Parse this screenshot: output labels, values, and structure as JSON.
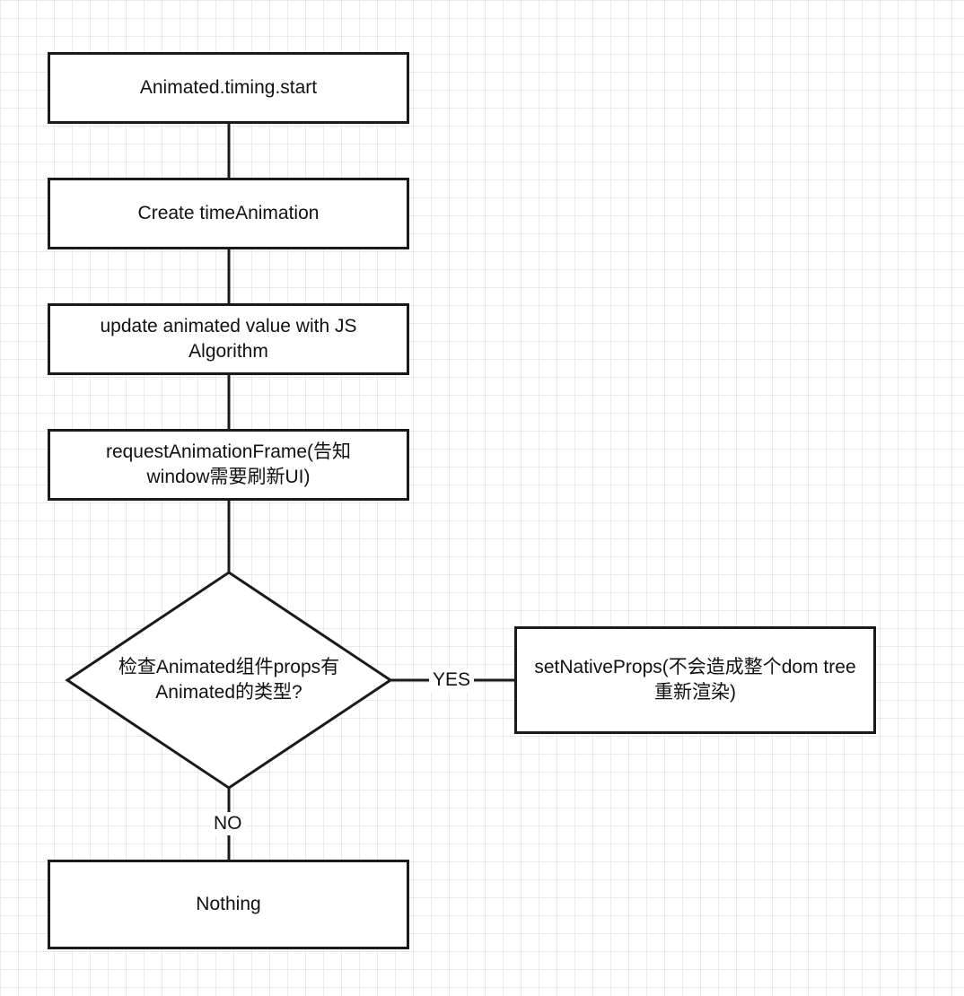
{
  "nodes": {
    "start": "Animated.timing.start",
    "create": "Create timeAnimation",
    "update": "update animated value with JS Algorithm",
    "raf": "requestAnimationFrame(告知window需要刷新UI)",
    "check": "检查Animated组件props有Animated的类型?",
    "native": "setNativeProps(不会造成整个dom tree重新渲染)",
    "nothing": "Nothing"
  },
  "edges": {
    "yes_label": "YES",
    "no_label": "NO"
  },
  "colors": {
    "stroke": "#1a1a1a",
    "grid": "#e9e9ee",
    "background": "#ffffff"
  }
}
